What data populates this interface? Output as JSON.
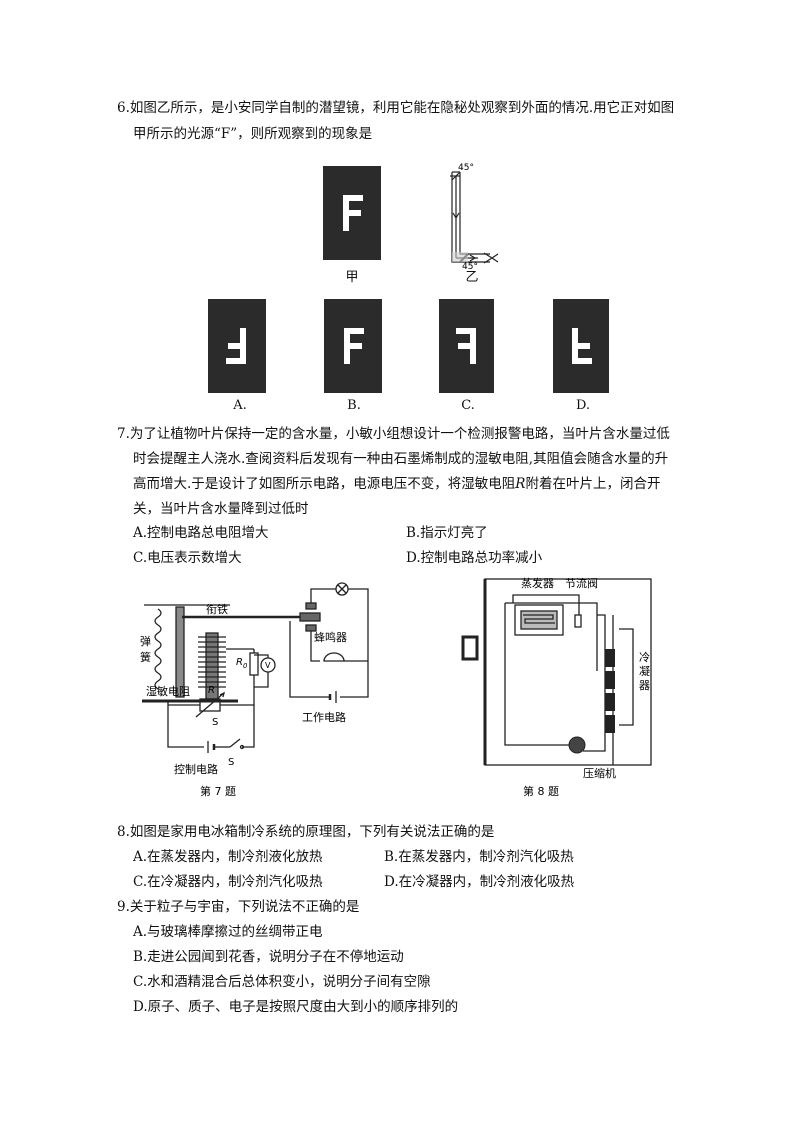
{
  "q6": {
    "line1": "6.如图乙所示，是小安同学自制的潜望镜，利用它能在隐秘处观察到外面的情况.用它正对如图",
    "line2": "甲所示的光源“F”，则所观察到的现象是",
    "jia_label": "甲",
    "yi_label": "乙",
    "angle_top": "45°",
    "angle_bottom": "45°",
    "options": [
      {
        "label": "A."
      },
      {
        "label": "B."
      },
      {
        "label": "C."
      },
      {
        "label": "D."
      }
    ]
  },
  "q7": {
    "line1": "7.为了让植物叶片保持一定的含水量，小敏小组想设计一个检测报警电路，当叶片含水量过低",
    "line2": "时会提醒主人浇水.查阅资料后发现有一种由石墨烯制成的湿敏电阻,其阻值会随含水量的升",
    "line3": "高而增大.于是设计了如图所示电路，电源电压不变，将湿敏电阻",
    "line3_var": "R",
    "line3_rest": "附着在叶片上，闭合开",
    "line4": "关，当叶片含水量降到过低时",
    "optA": "A.控制电路总电阻增大",
    "optB": "B.指示灯亮了",
    "optC": "C.电压表示数增大",
    "optD": "D.控制电路总功率减小",
    "fig": {
      "armature": "衔铁",
      "buzzer": "蜂鸣器",
      "spring": "弹簧",
      "r0": "R",
      "r0_sub": "0",
      "voltmeter": "V",
      "humid": "湿敏电阻",
      "r": "R",
      "s1": "S",
      "s2": "S",
      "work": "工作电路",
      "control": "控制电路",
      "caption": "第 7 题"
    }
  },
  "q8fig": {
    "evaporator": "蒸发器",
    "valve": "节流阀",
    "condenser": "冷凝器",
    "compressor": "压缩机",
    "caption": "第 8 题"
  },
  "q8": {
    "stem": "8.如图是家用电冰箱制冷系统的原理图，下列有关说法正确的是",
    "optA": "A.在蒸发器内，制冷剂液化放热",
    "optB": "B.在蒸发器内，制冷剂汽化吸热",
    "optC": "C.在冷凝器内，制冷剂汽化吸热",
    "optD": "D.在冷凝器内，制冷剂液化吸热"
  },
  "q9": {
    "stem": "9.关于粒子与宇宙，下列说法不正确的是",
    "optA": "A.与玻璃棒摩擦过的丝绸带正电",
    "optB": "B.走进公园闻到花香，说明分子在不停地运动",
    "optC": "C.水和酒精混合后总体积变小，说明分子间有空隙",
    "optD": "D.原子、质子、电子是按照尺度由大到小的顺序排列的"
  }
}
